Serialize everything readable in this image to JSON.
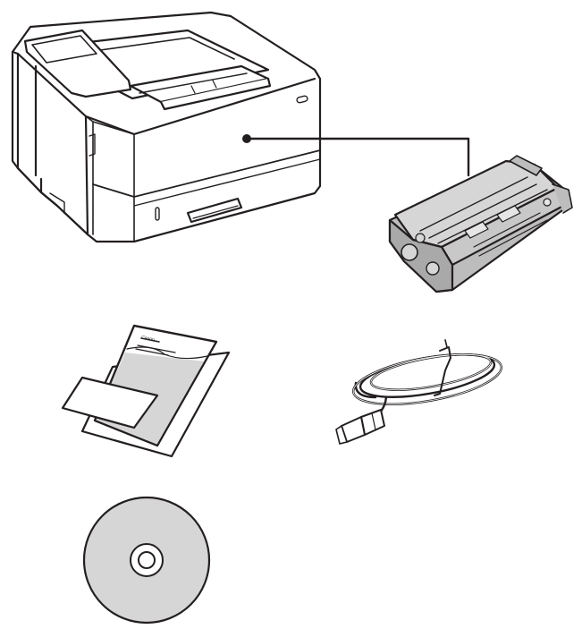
{
  "items": [
    {
      "id": "printer",
      "icon": "laser-printer-icon"
    },
    {
      "id": "toner",
      "icon": "toner-cartridge-icon"
    },
    {
      "id": "manuals",
      "icon": "documents-icon"
    },
    {
      "id": "power_cord",
      "icon": "power-cord-icon"
    },
    {
      "id": "cd",
      "icon": "cd-rom-icon"
    }
  ],
  "manual_logo": "Canon",
  "colors": {
    "line": "#231f20",
    "paper": "#ffffff",
    "shade": "#d6d6d6",
    "dark_shade": "#bdbdbd",
    "disc": "#cfcfcf"
  }
}
